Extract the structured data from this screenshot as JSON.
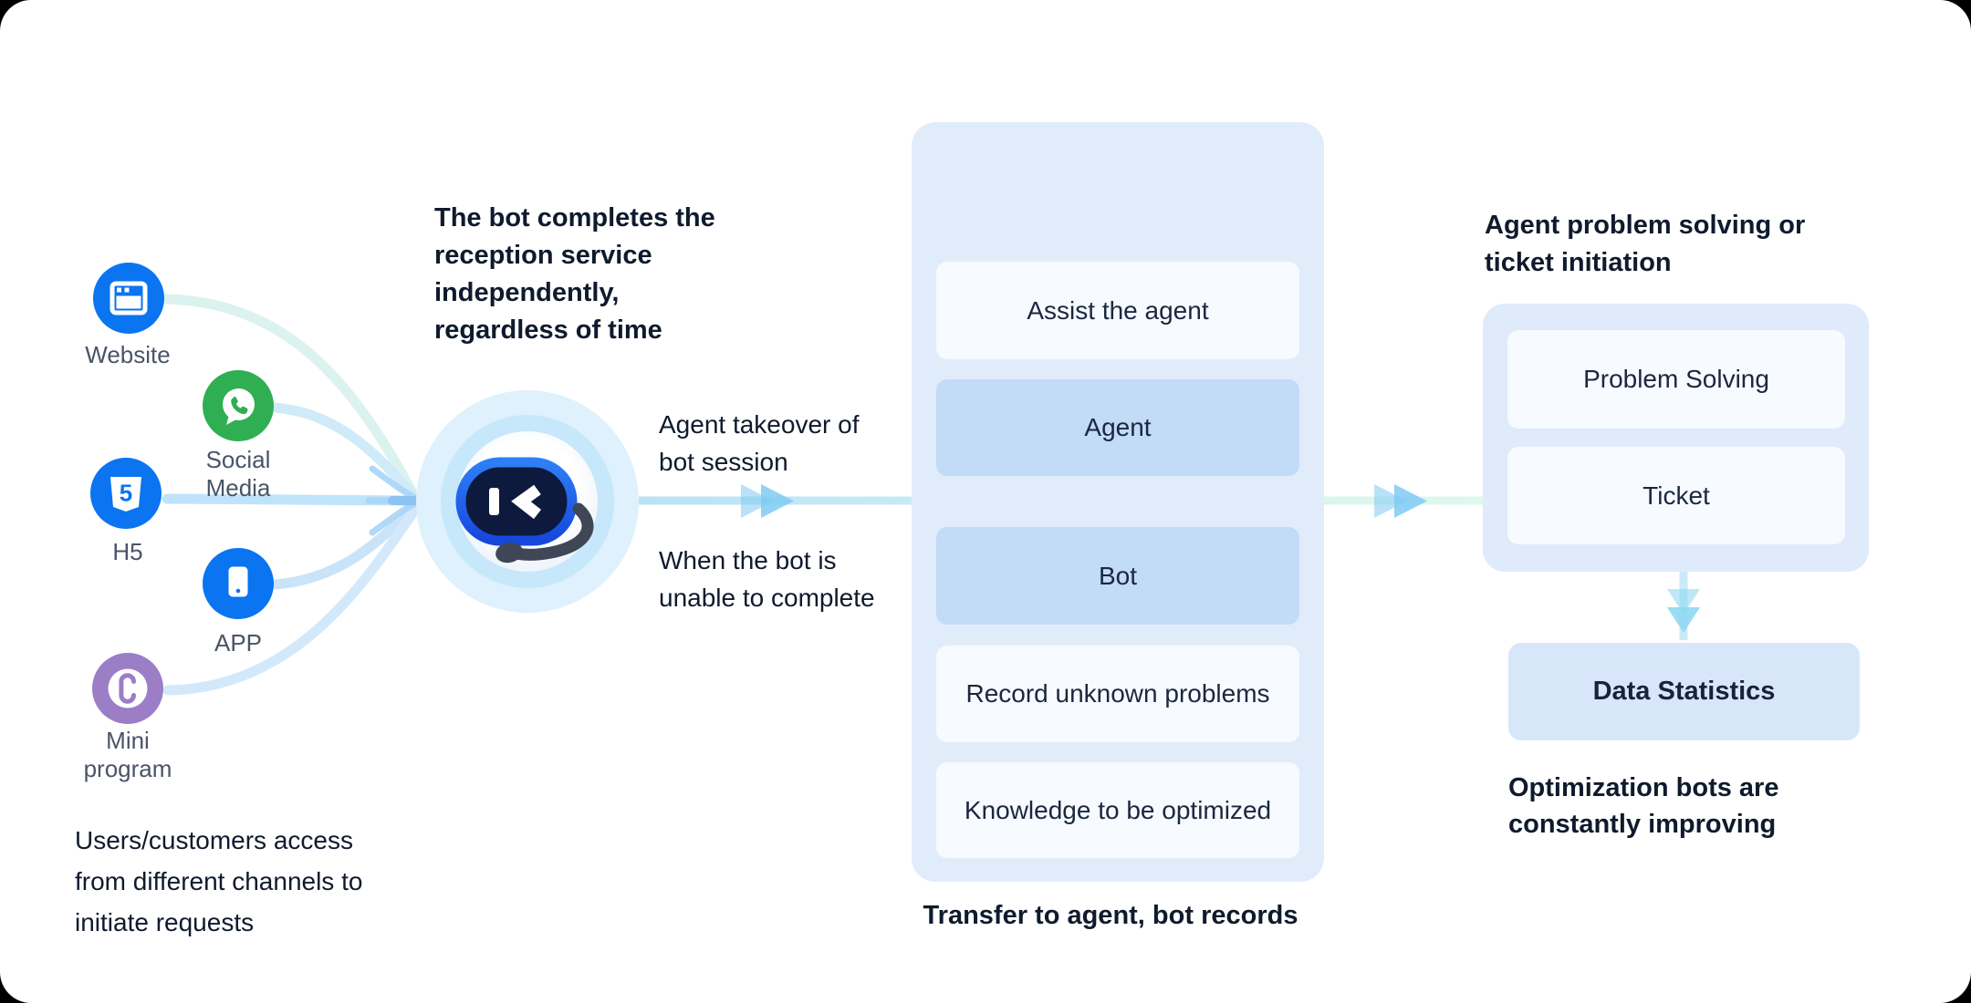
{
  "channels": {
    "items": [
      {
        "label": "Website",
        "icon": "browser-icon",
        "color": "#0B74F1"
      },
      {
        "label": "Social Media",
        "icon": "whatsapp-icon",
        "color": "#2FAE52"
      },
      {
        "label": "H5",
        "icon": "html5-icon",
        "color": "#0B74F1"
      },
      {
        "label": "APP",
        "icon": "smartphone-icon",
        "color": "#0B74F1"
      },
      {
        "label": "Mini program",
        "icon": "miniprogram-icon",
        "color": "#9B7EC6"
      }
    ],
    "caption": "Users/customers access from different channels to initiate requests"
  },
  "bot": {
    "icon": "bot-headset-icon",
    "description": "The bot completes the reception service independently, regardless of time"
  },
  "flow": {
    "label_top": "Agent takeover of bot session",
    "label_bottom": "When the bot is unable to complete"
  },
  "center_panel": {
    "boxes": [
      {
        "label": "Assist the agent",
        "style": "light"
      },
      {
        "label": "Agent",
        "style": "blue"
      },
      {
        "label": "Bot",
        "style": "blue"
      },
      {
        "label": "Record unknown problems",
        "style": "light"
      },
      {
        "label": "Knowledge to be optimized",
        "style": "light"
      }
    ],
    "caption": "Transfer to agent, bot records"
  },
  "right_panel": {
    "header": "Agent problem solving or ticket initiation",
    "boxes": [
      {
        "label": "Problem Solving"
      },
      {
        "label": "Ticket"
      }
    ],
    "data_box": {
      "label": "Data Statistics"
    },
    "caption": "Optimization bots are constantly improving"
  },
  "colors": {
    "channel_blue": "#0B74F1",
    "whatsapp_green": "#2FAE52",
    "miniprogram_purple": "#9B7EC6",
    "panel_bg": "#E1ECFB",
    "box_light": "#F7FAFE",
    "box_blue": "#C2DBF7",
    "data_box_bg": "#D8E6FA",
    "line_blue": "#BFE3FA",
    "line_mint": "#DFF8EC",
    "chevron_blue": "#8FD3F5",
    "text_dark": "#0F1A2D"
  }
}
